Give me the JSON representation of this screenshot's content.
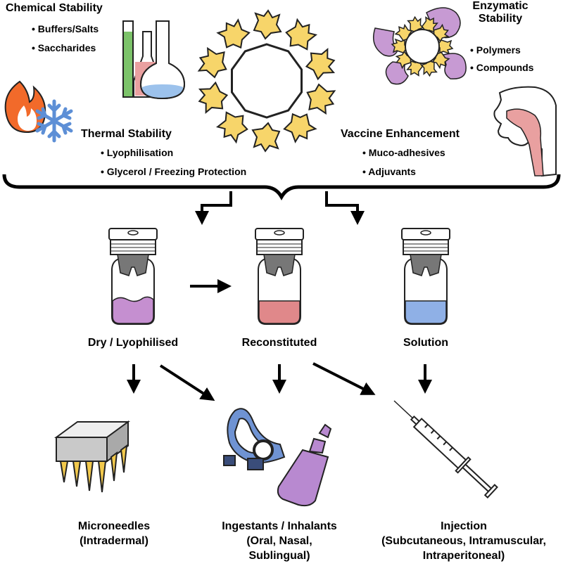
{
  "top": {
    "chemical": {
      "title": "Chemical Stability",
      "items": [
        "Buffers/Salts",
        "Saccharides"
      ]
    },
    "enzymatic": {
      "title_line1": "Enzymatic",
      "title_line2": "Stability",
      "items": [
        "Polymers",
        "Compounds"
      ]
    },
    "thermal": {
      "title": "Thermal Stability",
      "items": [
        "Lyophilisation",
        "Glycerol / Freezing Protection"
      ]
    },
    "vaccine": {
      "title": "Vaccine Enhancement",
      "items": [
        "Muco-adhesives",
        "Adjuvants"
      ]
    }
  },
  "vials": [
    {
      "label": "Dry / Lyophilised",
      "liquid_color": "#c58fd0"
    },
    {
      "label": "Reconstituted",
      "liquid_color": "#e0888a"
    },
    {
      "label": "Solution",
      "liquid_color": "#8fb0e6"
    }
  ],
  "routes": [
    {
      "line1": "Microneedles",
      "line2": "(Intradermal)"
    },
    {
      "line1": "Ingestants / Inhalants",
      "line2": "(Oral, Nasal,",
      "line3": "Sublingual)"
    },
    {
      "line1": "Injection",
      "line2": "(Subcutaneous, Intramuscular,",
      "line3": "Intraperitoneal)"
    }
  ],
  "colors": {
    "protein_yellow": "#f7d56a",
    "enzyme_purple": "#c79ad3",
    "flask_green": "#7cc36a",
    "flask_pink": "#e9a0a0",
    "flask_blue": "#9cc2ec",
    "flame_orange": "#f26a2a",
    "snow_blue": "#5d8fd6",
    "stopper_gray": "#777777",
    "device_purple": "#b889d0",
    "chip_gray": "#c9c9c9",
    "needle_yellow": "#f2c94c"
  },
  "icons": [
    "flask-icon",
    "flame-icon",
    "snowflake-icon",
    "protein-ring-icon",
    "enzyme-icon",
    "head-airway-icon",
    "vial-icon",
    "microneedle-patch-icon",
    "inhaler-mask-icon",
    "nasal-bottle-icon",
    "syringe-icon"
  ]
}
